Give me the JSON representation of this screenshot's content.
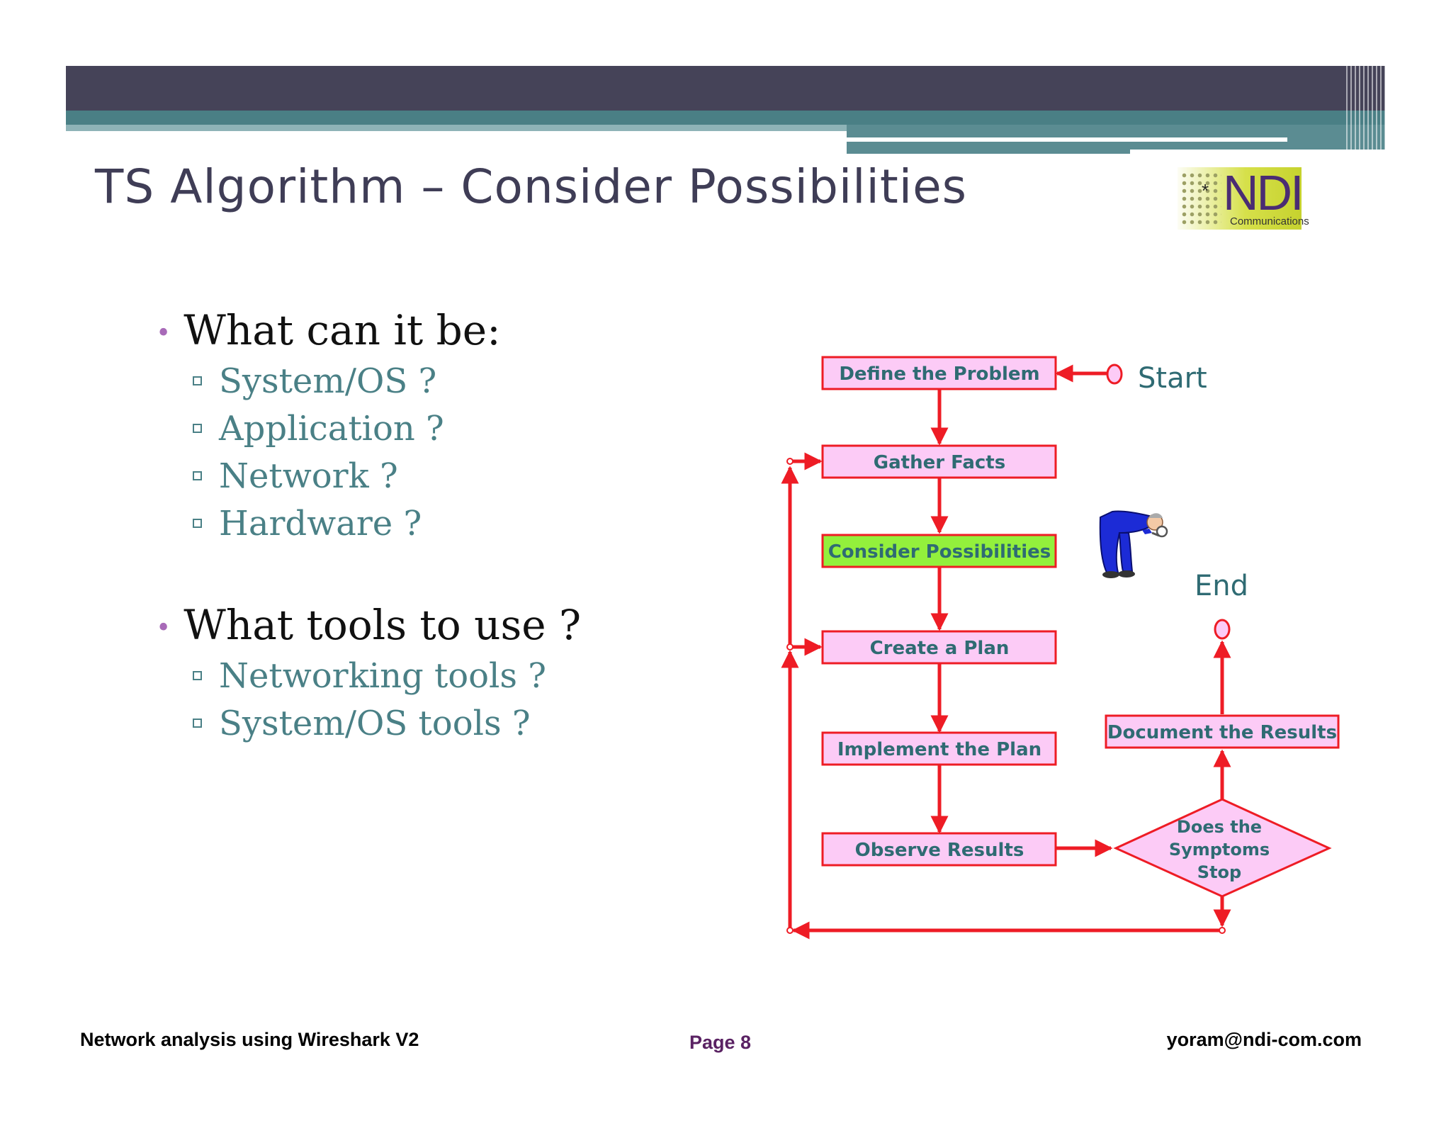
{
  "slide": {
    "title": "TS Algorithm – Consider Possibilities"
  },
  "logo": {
    "main": "NDI",
    "star": "*",
    "sub": "Communications"
  },
  "bullets": [
    {
      "text": "What can it be:",
      "items": [
        "System/OS ?",
        "Application ?",
        "Network ?",
        "Hardware ?"
      ]
    },
    {
      "text": "What tools to use ?",
      "items": [
        "Networking tools ?",
        "System/OS tools ?"
      ]
    }
  ],
  "flowchart": {
    "start_label": "Start",
    "end_label": "End",
    "steps": [
      "Define the Problem",
      "Gather Facts",
      "Consider Possibilities",
      "Create a Plan",
      "Implement the Plan",
      "Observe Results"
    ],
    "active_step": "Consider Possibilities",
    "document_step": "Document the Results",
    "decision": [
      "Does the",
      "Symptoms",
      "Stop"
    ]
  },
  "colors": {
    "header_dark": "#454358",
    "header_teal": "#4a7f85",
    "title": "#3f3d56",
    "subbullet": "#4a8086",
    "bullet_dot": "#a86ab8",
    "flow_red": "#ee1c25",
    "box_fill": "#fccbf6",
    "active_fill": "#93f03c",
    "box_text": "#2f6b73",
    "page_number": "#5a2263"
  },
  "footer": {
    "left": "Network analysis using Wireshark V2",
    "center": "Page 8",
    "right": "yoram@ndi-com.com"
  }
}
